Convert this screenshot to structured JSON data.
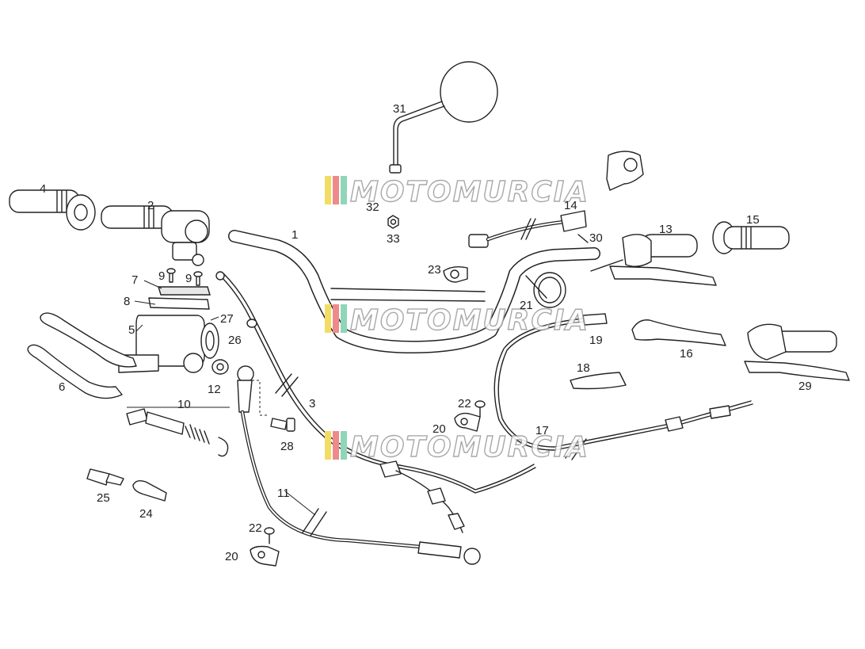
{
  "watermark": {
    "text": "MOTOMURCIA",
    "stripe_colors": [
      "#f2dc63",
      "#ef8a8a",
      "#8fd6b8"
    ]
  },
  "callouts": {
    "c1": "1",
    "c2": "2",
    "c3": "3",
    "c4": "4",
    "c5": "5",
    "c6": "6",
    "c7": "7",
    "c8": "8",
    "c9a": "9",
    "c9b": "9",
    "c10": "10",
    "c11": "11",
    "c12": "12",
    "c13": "13",
    "c14": "14",
    "c15": "15",
    "c16": "16",
    "c17": "17",
    "c18": "18",
    "c19": "19",
    "c20a": "20",
    "c20b": "20",
    "c21": "21",
    "c22a": "22",
    "c22b": "22",
    "c23": "23",
    "c24": "24",
    "c25": "25",
    "c26": "26",
    "c27": "27",
    "c28": "28",
    "c29": "29",
    "c30": "30",
    "c31": "31",
    "c32": "32",
    "c33": "33"
  }
}
